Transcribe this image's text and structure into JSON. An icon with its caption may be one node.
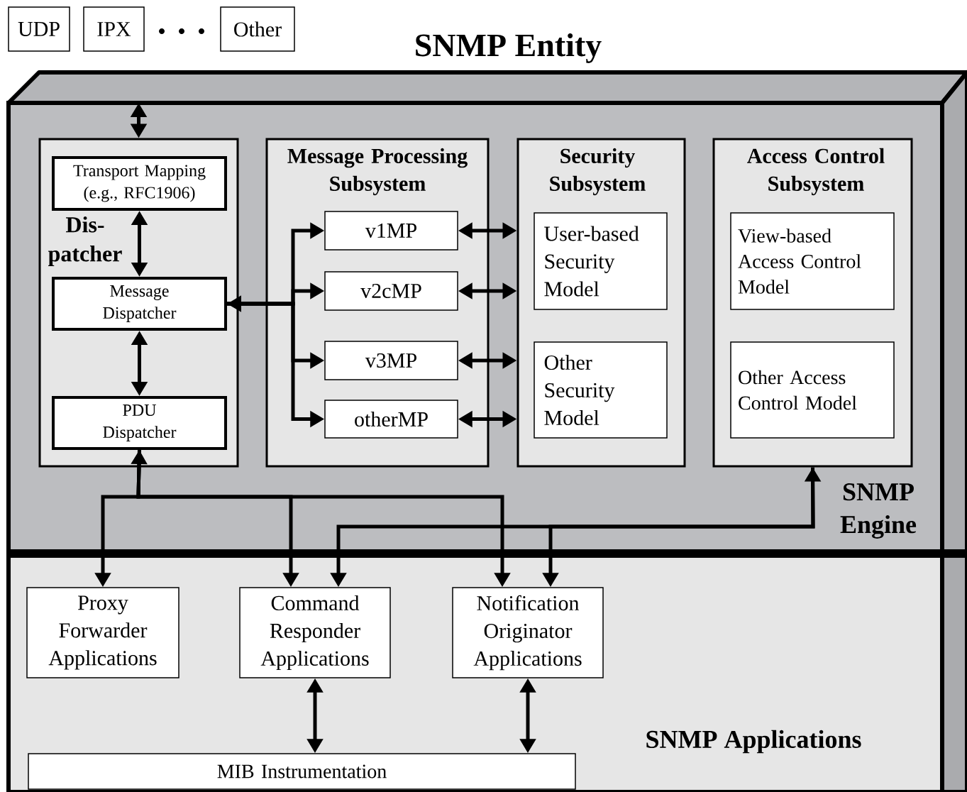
{
  "diagram": {
    "nodes": [
      {
        "text": [
          "UDP"
        ]
      },
      {
        "text": [
          "IPX"
        ]
      },
      {
        "text": [
          "Other"
        ]
      },
      {
        "text": [
          "SNMP Entity"
        ]
      },
      {
        "text": [
          "SNMP Engine"
        ],
        "in": 3
      },
      {
        "text": [
          "Dis- patcher"
        ],
        "in": 4
      },
      {
        "text": [
          "Transport Mapping (e.g., RFC1906)"
        ],
        "in": 5
      },
      {
        "text": [
          "Message Dispatcher"
        ],
        "in": 5
      },
      {
        "text": [
          "PDU Dispatcher"
        ],
        "in": 5
      },
      {
        "text": [
          "Message Processing Subsystem"
        ],
        "in": 4
      },
      {
        "text": [
          "v1MP"
        ],
        "in": 9
      },
      {
        "text": [
          "v2cMP"
        ],
        "in": 9
      },
      {
        "text": [
          "v3MP"
        ],
        "in": 9
      },
      {
        "text": [
          "otherMP"
        ],
        "in": 9
      },
      {
        "text": [
          "Security Subsystem"
        ],
        "in": 4
      },
      {
        "text": [
          "User-based Security Model"
        ],
        "in": 14
      },
      {
        "text": [
          "Other Security Model"
        ],
        "in": 14
      },
      {
        "text": [
          "Access Control Subsystem"
        ],
        "in": 4
      },
      {
        "text": [
          "View-based Access Control Model"
        ],
        "in": 17
      },
      {
        "text": [
          "Other Access Control Model"
        ],
        "in": 17
      },
      {
        "text": [
          "SNMP Applications"
        ],
        "in": 3
      },
      {
        "text": [
          "Proxy Forwarder Applications"
        ],
        "in": 20
      },
      {
        "text": [
          "Command Responder Applications"
        ],
        "in": 20
      },
      {
        "text": [
          "Notification Originator Applications"
        ],
        "in": 20
      },
      {
        "text": [
          "MIB Instrumentation"
        ],
        "in": 20
      }
    ],
    "edges": [
      {
        "from": null,
        "to": 5,
        "arrow": "both"
      },
      {
        "from": 6,
        "to": 7,
        "arrow": "both"
      },
      {
        "from": 7,
        "to": 8,
        "arrow": "both"
      },
      {
        "from": 7,
        "to": 10,
        "arrow": "both"
      },
      {
        "from": 7,
        "to": 11,
        "arrow": "both"
      },
      {
        "from": 7,
        "to": 12,
        "arrow": "both"
      },
      {
        "from": 7,
        "to": 13,
        "arrow": "both"
      },
      {
        "from": 10,
        "to": 14,
        "arrow": "both"
      },
      {
        "from": 11,
        "to": 14,
        "arrow": "both"
      },
      {
        "from": 12,
        "to": 14,
        "arrow": "both"
      },
      {
        "from": 13,
        "to": 14,
        "arrow": "both"
      },
      {
        "from": 8,
        "to": 21,
        "arrow": "both"
      },
      {
        "from": 8,
        "to": 22,
        "arrow": "both"
      },
      {
        "from": 8,
        "to": 23,
        "arrow": "both"
      },
      {
        "from": 17,
        "to": 22,
        "arrow": "both"
      },
      {
        "from": 17,
        "to": 23,
        "arrow": "both"
      },
      {
        "from": 22,
        "to": 24,
        "arrow": "both"
      },
      {
        "from": 23,
        "to": 24,
        "arrow": "both"
      }
    ]
  }
}
